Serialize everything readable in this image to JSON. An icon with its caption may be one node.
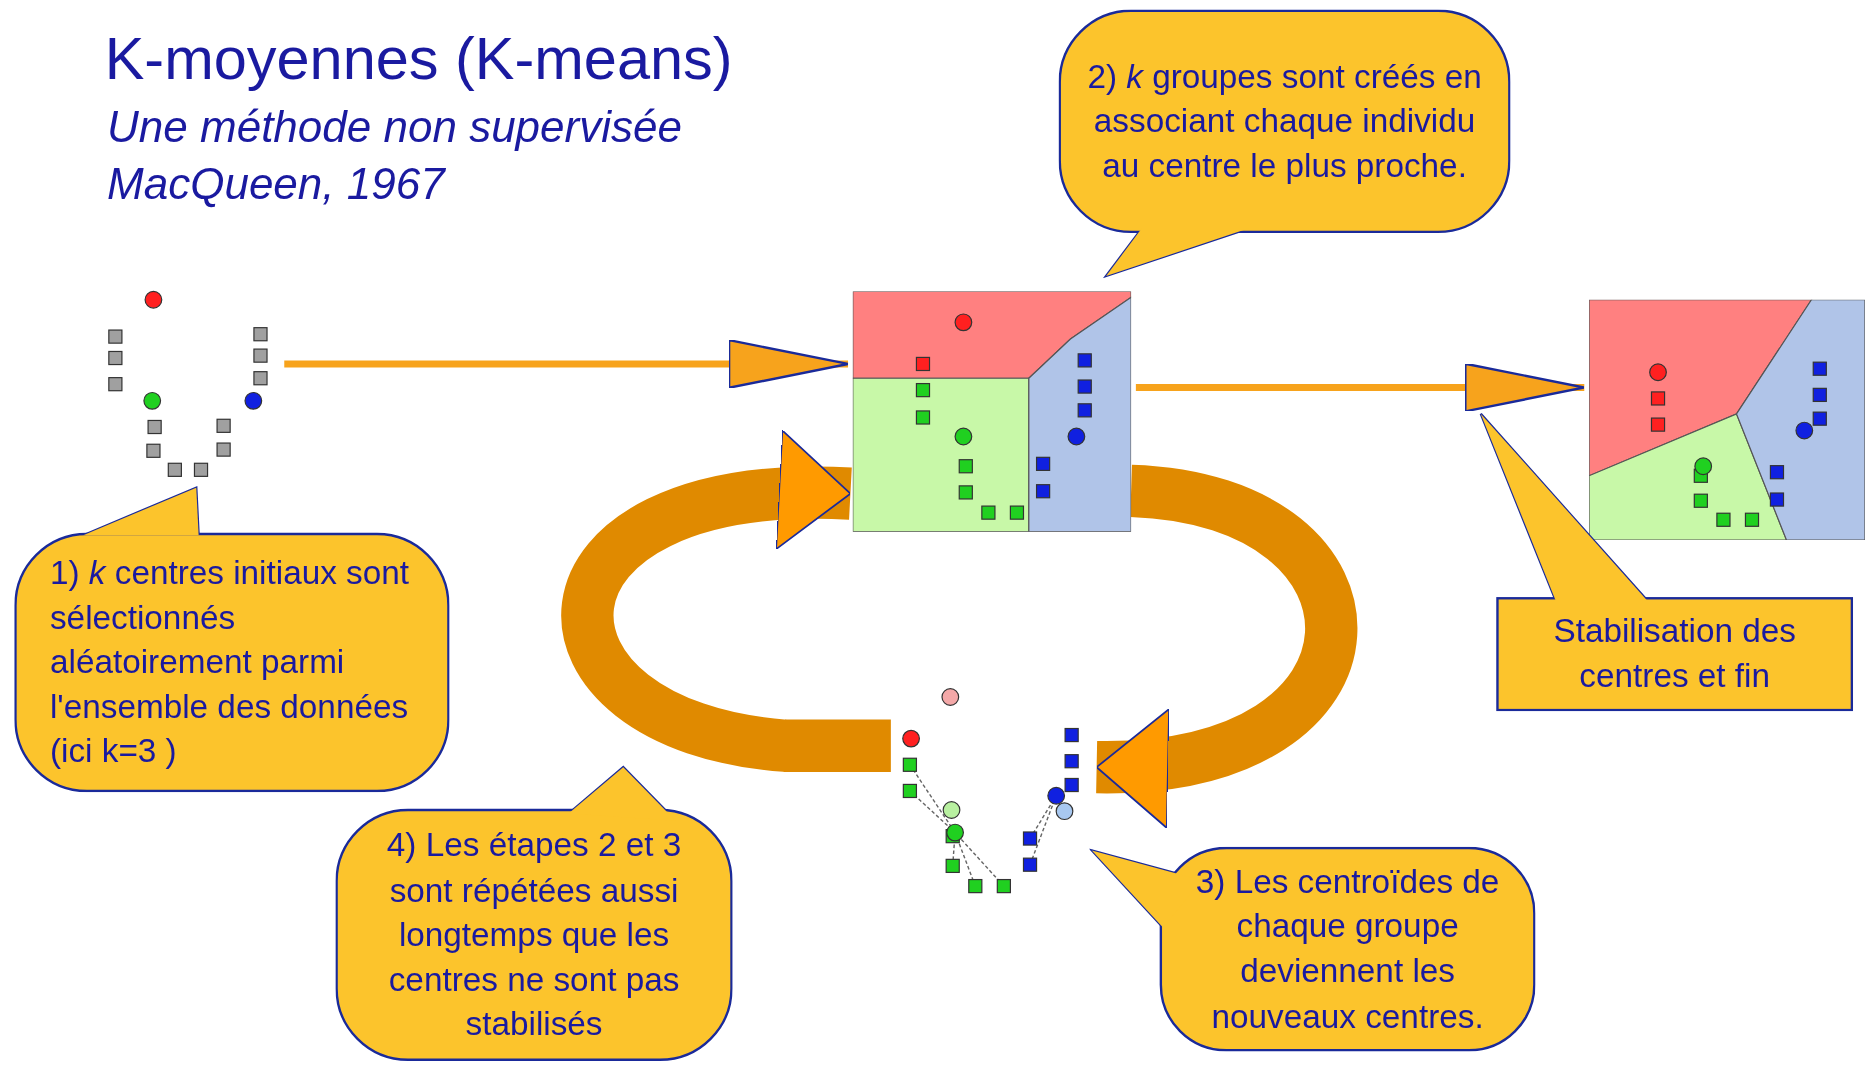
{
  "diagram": {
    "title": "K-moyennes (K-means)",
    "nodes": [
      {
        "text": [],
        "shape": "picture"
      },
      {
        "text": [
          "1) *k* centres initiaux sont sélectionnés aléatoirement parmi l'ensemble des données (ici k=3 )"
        ]
      },
      {
        "text": [],
        "shape": "picture"
      },
      {
        "text": [
          "2) *k* groupes sont créés en associant chaque individu au centre le plus proche."
        ]
      },
      {
        "text": [],
        "shape": "picture"
      },
      {
        "text": [
          "Stabilisation des centres et fin"
        ]
      },
      {
        "text": [],
        "shape": "picture"
      },
      {
        "text": [
          "3) Les centroïdes de chaque groupe deviennent les nouveaux centres."
        ]
      },
      {
        "text": [
          "4) Les étapes 2 et 3 sont répétées aussi longtemps que les centres ne sont pas stabilisés"
        ]
      }
    ],
    "edges": [
      {
        "from": 0,
        "to": 2,
        "arrow": "to"
      },
      {
        "from": 2,
        "to": 4,
        "arrow": "to"
      },
      {
        "from": 2,
        "to": 6,
        "arrow": "to",
        "style": "thick"
      },
      {
        "from": 6,
        "to": 2,
        "arrow": "to",
        "style": "thick"
      }
    ],
    "labels": [
      "Une méthode non supervisée",
      "MacQueen, 1967"
    ]
  }
}
